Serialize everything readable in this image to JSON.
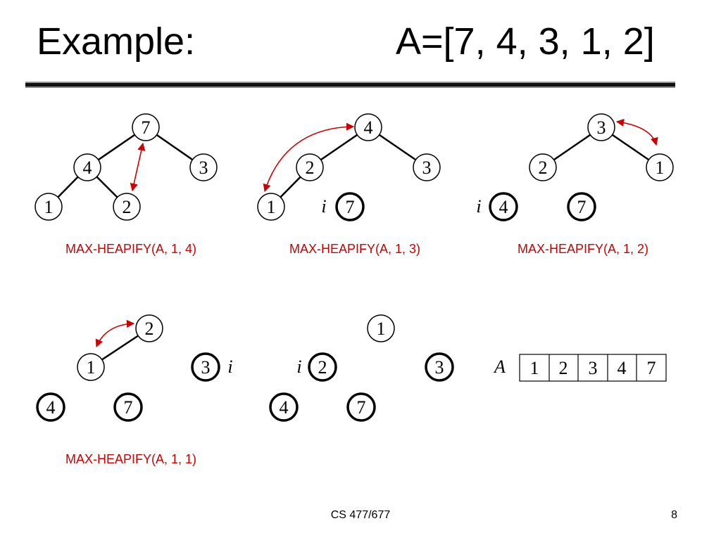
{
  "title": {
    "left": "Example:",
    "right": "A=[7, 4, 3, 1, 2]"
  },
  "colors": {
    "arrow": "#cc0000",
    "caption": "#cc0000",
    "stroke": "#000000"
  },
  "captions": [
    "MAX-HEAPIFY(A, 1, 4)",
    "MAX-HEAPIFY(A, 1, 3)",
    "MAX-HEAPIFY(A, 1, 2)",
    "MAX-HEAPIFY(A, 1, 1)"
  ],
  "panels": [
    {
      "nodes": [
        "7",
        "4",
        "3",
        "1",
        "2"
      ],
      "i_marker": ""
    },
    {
      "nodes": [
        "4",
        "2",
        "3",
        "1",
        "7"
      ],
      "i_marker": "i"
    },
    {
      "nodes": [
        "3",
        "2",
        "1",
        "4",
        "7"
      ],
      "i_marker": "i"
    },
    {
      "nodes": [
        "2",
        "1",
        "3",
        "4",
        "7"
      ],
      "i_marker": "i"
    },
    {
      "nodes": [
        "1",
        "2",
        "3",
        "4",
        "7"
      ],
      "i_marker": "i"
    }
  ],
  "array": {
    "label": "A",
    "values": [
      "1",
      "2",
      "3",
      "4",
      "7"
    ]
  },
  "footer": {
    "course": "CS 477/677",
    "page": "8"
  }
}
